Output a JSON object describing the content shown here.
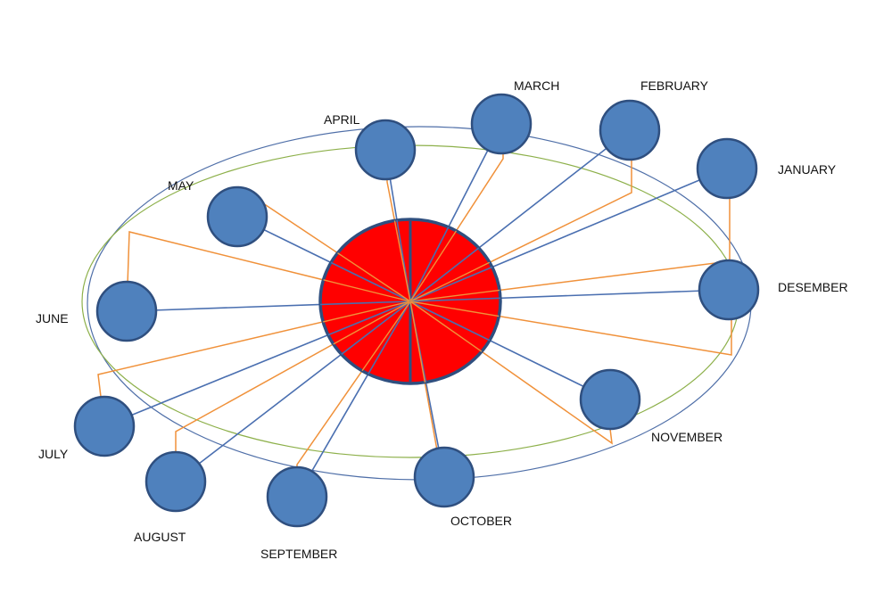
{
  "diagram": {
    "colors": {
      "planet_fill": "#4f81bd",
      "planet_stroke": "#2f4f7f",
      "sun_fill": "#ff0000",
      "sun_stroke": "#2f4f7f",
      "outer_orbit": "#4f6fa8",
      "inner_orbit": "#8db04a",
      "blue_ray": "#4a6fb0",
      "orange_ray": "#f0913a"
    },
    "months": [
      {
        "id": "january",
        "label": "JANUARY"
      },
      {
        "id": "february",
        "label": "FEBRUARY"
      },
      {
        "id": "march",
        "label": "MARCH"
      },
      {
        "id": "april",
        "label": "APRIL"
      },
      {
        "id": "may",
        "label": "MAY"
      },
      {
        "id": "june",
        "label": "JUNE"
      },
      {
        "id": "july",
        "label": "JULY"
      },
      {
        "id": "august",
        "label": "AUGUST"
      },
      {
        "id": "september",
        "label": "SEPTEMBER"
      },
      {
        "id": "october",
        "label": "OCTOBER"
      },
      {
        "id": "november",
        "label": "NOVEMBER"
      },
      {
        "id": "december",
        "label": "DESEMBER"
      }
    ]
  }
}
